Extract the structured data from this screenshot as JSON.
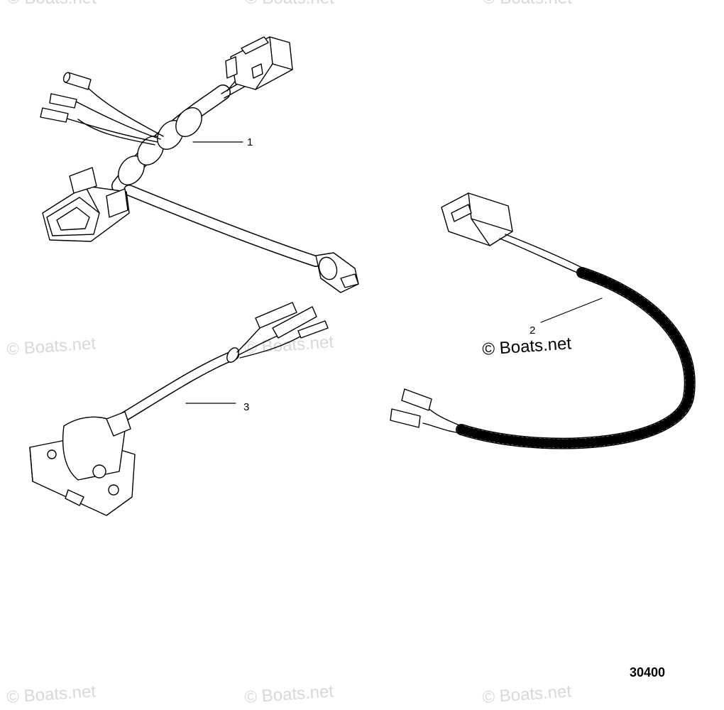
{
  "callouts": [
    {
      "id": "1",
      "label": "1"
    },
    {
      "id": "2",
      "label": "2"
    },
    {
      "id": "3",
      "label": "3"
    }
  ],
  "watermark": {
    "text": "© Boats.net",
    "color": "#d8d8d8",
    "dark_text": "© Boats.net"
  },
  "drawing_number": "30400",
  "colors": {
    "ink": "#000000",
    "background": "#ffffff"
  }
}
